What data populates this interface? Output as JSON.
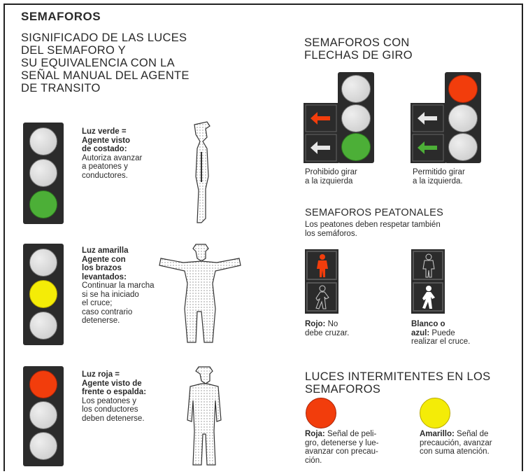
{
  "title": "SEMAFOROS",
  "left_header": [
    "SIGNIFICADO DE LAS LUCES",
    "DEL SEMAFORO Y",
    "SU EQUIVALENCIA CON LA",
    "SEÑAL MANUAL DEL AGENTE",
    "DE TRANSITO"
  ],
  "green": {
    "bold": [
      "Luz verde =",
      "Agente visto",
      "de costado:"
    ],
    "text": [
      "Autoriza avanzar",
      "a peatones y",
      "conductores."
    ]
  },
  "amber": {
    "bold": [
      "Luz amarilla",
      "Agente con",
      "los brazos",
      "levantados:"
    ],
    "text": [
      "Continuar la marcha",
      "si se ha iniciado",
      "el cruce;",
      "caso contrario",
      "detenerse."
    ]
  },
  "red": {
    "bold": [
      "Luz roja =",
      "Agente visto de",
      "frente o espalda:"
    ],
    "text": [
      "Los peatones y",
      "los conductores",
      "deben detenerse."
    ]
  },
  "arrows_header": [
    "SEMAFOROS CON",
    "FLECHAS DE GIRO"
  ],
  "arrow_left_caption": [
    "Prohibido girar",
    "a la izquierda"
  ],
  "arrow_right_caption": [
    "Permitido girar",
    "a la izquierda."
  ],
  "ped_header": "SEMAFOROS PEATONALES",
  "ped_sub": [
    "Los peatones deben respetar también",
    "los semáforos."
  ],
  "ped_red": {
    "bold": "Rojo:",
    "text": [
      "No",
      "debe cruzar."
    ]
  },
  "ped_white": {
    "bold": [
      "Blanco o",
      "azul:"
    ],
    "text": [
      "Puede",
      "realizar el cruce."
    ]
  },
  "flash_header": [
    "LUCES INTERMITENTES EN LOS",
    "SEMAFOROS"
  ],
  "flash_red": {
    "bold": "Roja:",
    "text": [
      "Señal de peli-",
      "gro, detenerse y lue-",
      "avanzar con precau-",
      "ción."
    ]
  },
  "flash_yellow": {
    "bold": "Amarillo:",
    "text": [
      "Señal de",
      "precaución, avanzar",
      "con suma atención."
    ]
  },
  "colors": {
    "green": "#4caf37",
    "yellow": "#f4ec07",
    "red": "#f23d0c",
    "housing": "#2b2b2b"
  }
}
